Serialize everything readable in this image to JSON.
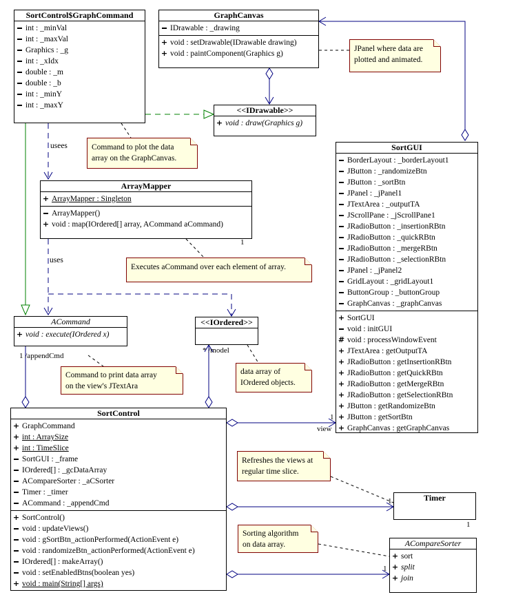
{
  "classes": {
    "graph_command": {
      "name": "SortControl$GraphCommand",
      "attributes": [
        {
          "vis": "-",
          "text": "int : _minVal"
        },
        {
          "vis": "-",
          "text": "int : _maxVal"
        },
        {
          "vis": "-",
          "text": "Graphics : _g"
        },
        {
          "vis": "-",
          "text": "int : _xIdx"
        },
        {
          "vis": "-",
          "text": "double : _m"
        },
        {
          "vis": "-",
          "text": "double : _b"
        },
        {
          "vis": "-",
          "text": "int : _minY"
        },
        {
          "vis": "-",
          "text": "int : _maxY"
        }
      ]
    },
    "graph_canvas": {
      "name": "GraphCanvas",
      "attributes": [
        {
          "vis": "-",
          "text": "IDrawable : _drawing"
        }
      ],
      "methods": [
        {
          "vis": "+",
          "text": "void : setDrawable(IDrawable drawing)"
        },
        {
          "vis": "+",
          "text": "void : paintComponent(Graphics g)"
        }
      ]
    },
    "idrawable": {
      "name": "<<IDrawable>>",
      "methods": [
        {
          "vis": "+",
          "text": "void : draw(Graphics g)"
        }
      ]
    },
    "array_mapper": {
      "name": "ArrayMapper",
      "attributes": [
        {
          "vis": "+",
          "text": "ArrayMapper : Singleton"
        }
      ],
      "methods": [
        {
          "vis": "-",
          "text": "ArrayMapper()"
        },
        {
          "vis": "+",
          "text": "void : map(IOrdered[] array, ACommand aCommand)"
        }
      ],
      "multiplicity": "1"
    },
    "acommand": {
      "name": "ACommand",
      "methods": [
        {
          "vis": "+",
          "text": "void : execute(IOrdered x)"
        }
      ]
    },
    "iordered": {
      "name": "<<IOrdered>>"
    },
    "sort_gui": {
      "name": "SortGUI",
      "attributes": [
        {
          "vis": "-",
          "text": "BorderLayout : _borderLayout1"
        },
        {
          "vis": "-",
          "text": "JButton : _randomizeBtn"
        },
        {
          "vis": "-",
          "text": "JButton : _sortBtn"
        },
        {
          "vis": "-",
          "text": "JPanel : _jPanel1"
        },
        {
          "vis": "-",
          "text": "JTextArea : _outputTA"
        },
        {
          "vis": "-",
          "text": "JScrollPane : _jScrollPane1"
        },
        {
          "vis": "-",
          "text": "JRadioButton : _insertionRBtn"
        },
        {
          "vis": "-",
          "text": "JRadioButton : _quickRBtn"
        },
        {
          "vis": "-",
          "text": "JRadioButton : _mergeRBtn"
        },
        {
          "vis": "-",
          "text": "JRadioButton : _selectionRBtn"
        },
        {
          "vis": "-",
          "text": "JPanel : _jPanel2"
        },
        {
          "vis": "-",
          "text": "GridLayout : _gridLayout1"
        },
        {
          "vis": "-",
          "text": "ButtonGroup : _buttonGroup"
        },
        {
          "vis": "-",
          "text": "GraphCanvas : _graphCanvas"
        }
      ],
      "methods": [
        {
          "vis": "+",
          "text": "SortGUI"
        },
        {
          "vis": "-",
          "text": "void : initGUI"
        },
        {
          "vis": "#",
          "text": "void : processWindowEvent"
        },
        {
          "vis": "+",
          "text": "JTextArea : getOutputTA"
        },
        {
          "vis": "+",
          "text": "JRadioButton : getInsertionRBtn"
        },
        {
          "vis": "+",
          "text": "JRadioButton : getQuickRBtn"
        },
        {
          "vis": "+",
          "text": "JRadioButton : getMergeRBtn"
        },
        {
          "vis": "+",
          "text": "JRadioButton : getSelectionRBtn"
        },
        {
          "vis": "+",
          "text": "JButton : getRandomizeBtn"
        },
        {
          "vis": "+",
          "text": "JButton : getSortBtn"
        },
        {
          "vis": "+",
          "text": "GraphCanvas : getGraphCanvas"
        }
      ]
    },
    "sort_control": {
      "name": "SortControl",
      "attributes": [
        {
          "vis": "+",
          "text": "GraphCommand"
        },
        {
          "vis": "+",
          "text": "int : ArraySize"
        },
        {
          "vis": "+",
          "text": "int : TimeSlice"
        },
        {
          "vis": "-",
          "text": "SortGUI : _frame"
        },
        {
          "vis": "-",
          "text": "IOrdered[] : _gcDataArray"
        },
        {
          "vis": "-",
          "text": "ACompareSorter : _aCSorter"
        },
        {
          "vis": "-",
          "text": "Timer : _timer"
        },
        {
          "vis": "-",
          "text": "ACommand : _appendCmd"
        }
      ],
      "methods": [
        {
          "vis": "+",
          "text": "SortControl()"
        },
        {
          "vis": "-",
          "text": "void : updateViews()"
        },
        {
          "vis": "-",
          "text": "void : gSortBtn_actionPerformed(ActionEvent e)"
        },
        {
          "vis": "-",
          "text": "void : randomizeBtn_actionPerformed(ActionEvent e)"
        },
        {
          "vis": "-",
          "text": "IOrdered[] : makeArray()"
        },
        {
          "vis": "-",
          "text": "void : setEnabledBtns(boolean yes)"
        },
        {
          "vis": "+",
          "text": "void : main(String[] args)"
        }
      ]
    },
    "timer": {
      "name": "Timer",
      "multiplicity": "1"
    },
    "acompare_sorter": {
      "name": "ACompareSorter",
      "methods": [
        {
          "vis": "+",
          "text": "sort"
        },
        {
          "vis": "+",
          "text": "split"
        },
        {
          "vis": "+",
          "text": "join"
        }
      ]
    }
  },
  "notes": {
    "jpanel": [
      "JPanel where data are",
      "plotted and animated."
    ],
    "plot": [
      "Command to plot the data",
      "array on the GraphCanvas."
    ],
    "executes": [
      "Executes aCommand over each element of array."
    ],
    "print": [
      "Command to print data array",
      "on the view's JTextAra"
    ],
    "data_array": [
      "data array of",
      "IOrdered objects."
    ],
    "refresh": [
      "Refreshes the views at",
      "regular time slice."
    ],
    "sorting": [
      "Sorting algorithm",
      "on data array."
    ]
  },
  "labels": {
    "usees": "usees",
    "uses": "uses",
    "append_cmd": "1 /appendCmd",
    "model": "* /model",
    "view": "view",
    "one": "1"
  },
  "colors": {
    "navy": "#000080",
    "green": "#008000",
    "note_fill": "#ffffe1",
    "note_border": "#800000"
  }
}
